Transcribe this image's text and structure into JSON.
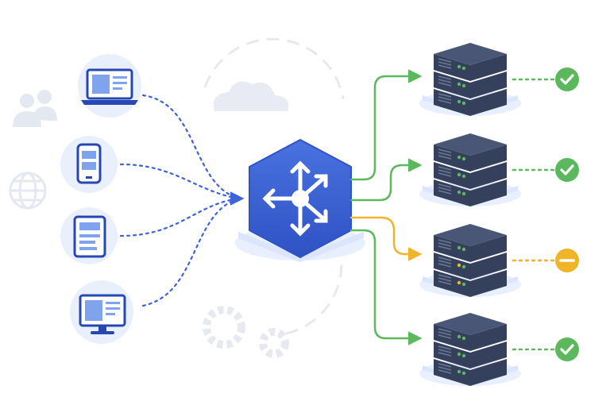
{
  "colors": {
    "primary": "#3d63d6",
    "primary_dark": "#2747b3",
    "healthy": "#5cb85c",
    "warning": "#f0b429",
    "server_body": "#34405c",
    "server_top": "#4a5676",
    "device_circle": "#eaf0fb",
    "decor": "#e6e9f0"
  },
  "clients": [
    {
      "name": "laptop",
      "icon": "laptop-icon"
    },
    {
      "name": "smartphone",
      "icon": "smartphone-icon"
    },
    {
      "name": "tablet",
      "icon": "tablet-icon"
    },
    {
      "name": "desktop-monitor",
      "icon": "monitor-icon"
    }
  ],
  "load_balancer": {
    "icon": "four-way-arrows-icon"
  },
  "servers": [
    {
      "name": "server-1",
      "status": "healthy",
      "status_icon": "check-icon"
    },
    {
      "name": "server-2",
      "status": "healthy",
      "status_icon": "check-icon"
    },
    {
      "name": "server-3",
      "status": "warning",
      "status_icon": "minus-icon"
    },
    {
      "name": "server-4",
      "status": "healthy",
      "status_icon": "check-icon"
    }
  ],
  "decorations": [
    "users-icon",
    "globe-icon",
    "cloud-icon",
    "gears-icon"
  ]
}
